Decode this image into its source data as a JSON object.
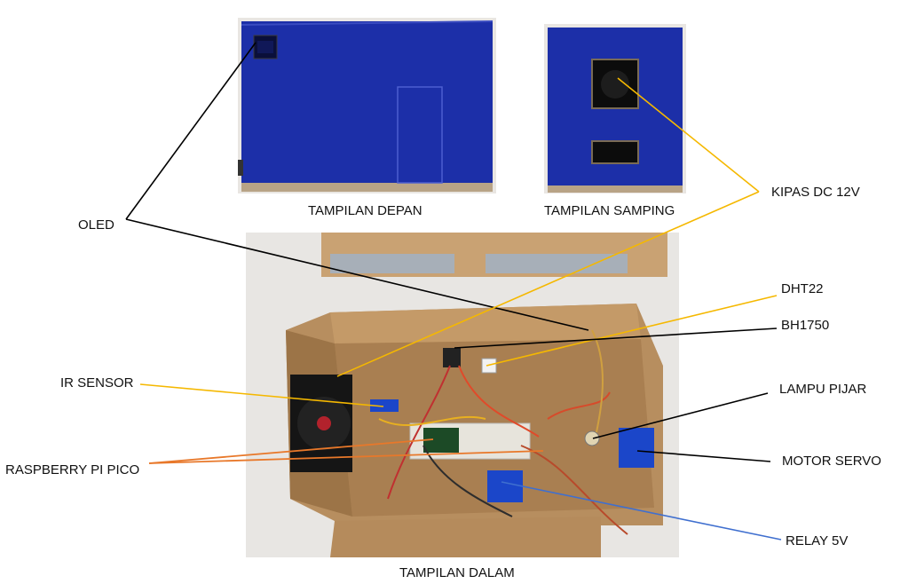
{
  "captions": {
    "front": "TAMPILAN DEPAN",
    "side": "TAMPILAN SAMPING",
    "inside": "TAMPILAN DALAM"
  },
  "labels": {
    "oled": "OLED",
    "kipas": "KIPAS DC 12V",
    "dht22": "DHT22",
    "bh1750": "BH1750",
    "ir_sensor": "IR SENSOR",
    "lampu": "LAMPU PIJAR",
    "pico": "RASPBERRY PI PICO",
    "servo": "MOTOR SERVO",
    "relay": "RELAY 5V"
  },
  "colors": {
    "black_line": "#000000",
    "yellow_line": "#f5b800",
    "orange_line": "#e8782a",
    "blue_line": "#3f6fcf",
    "box_blue": "#1c2fa8",
    "cardboard": "#b78e5f"
  }
}
